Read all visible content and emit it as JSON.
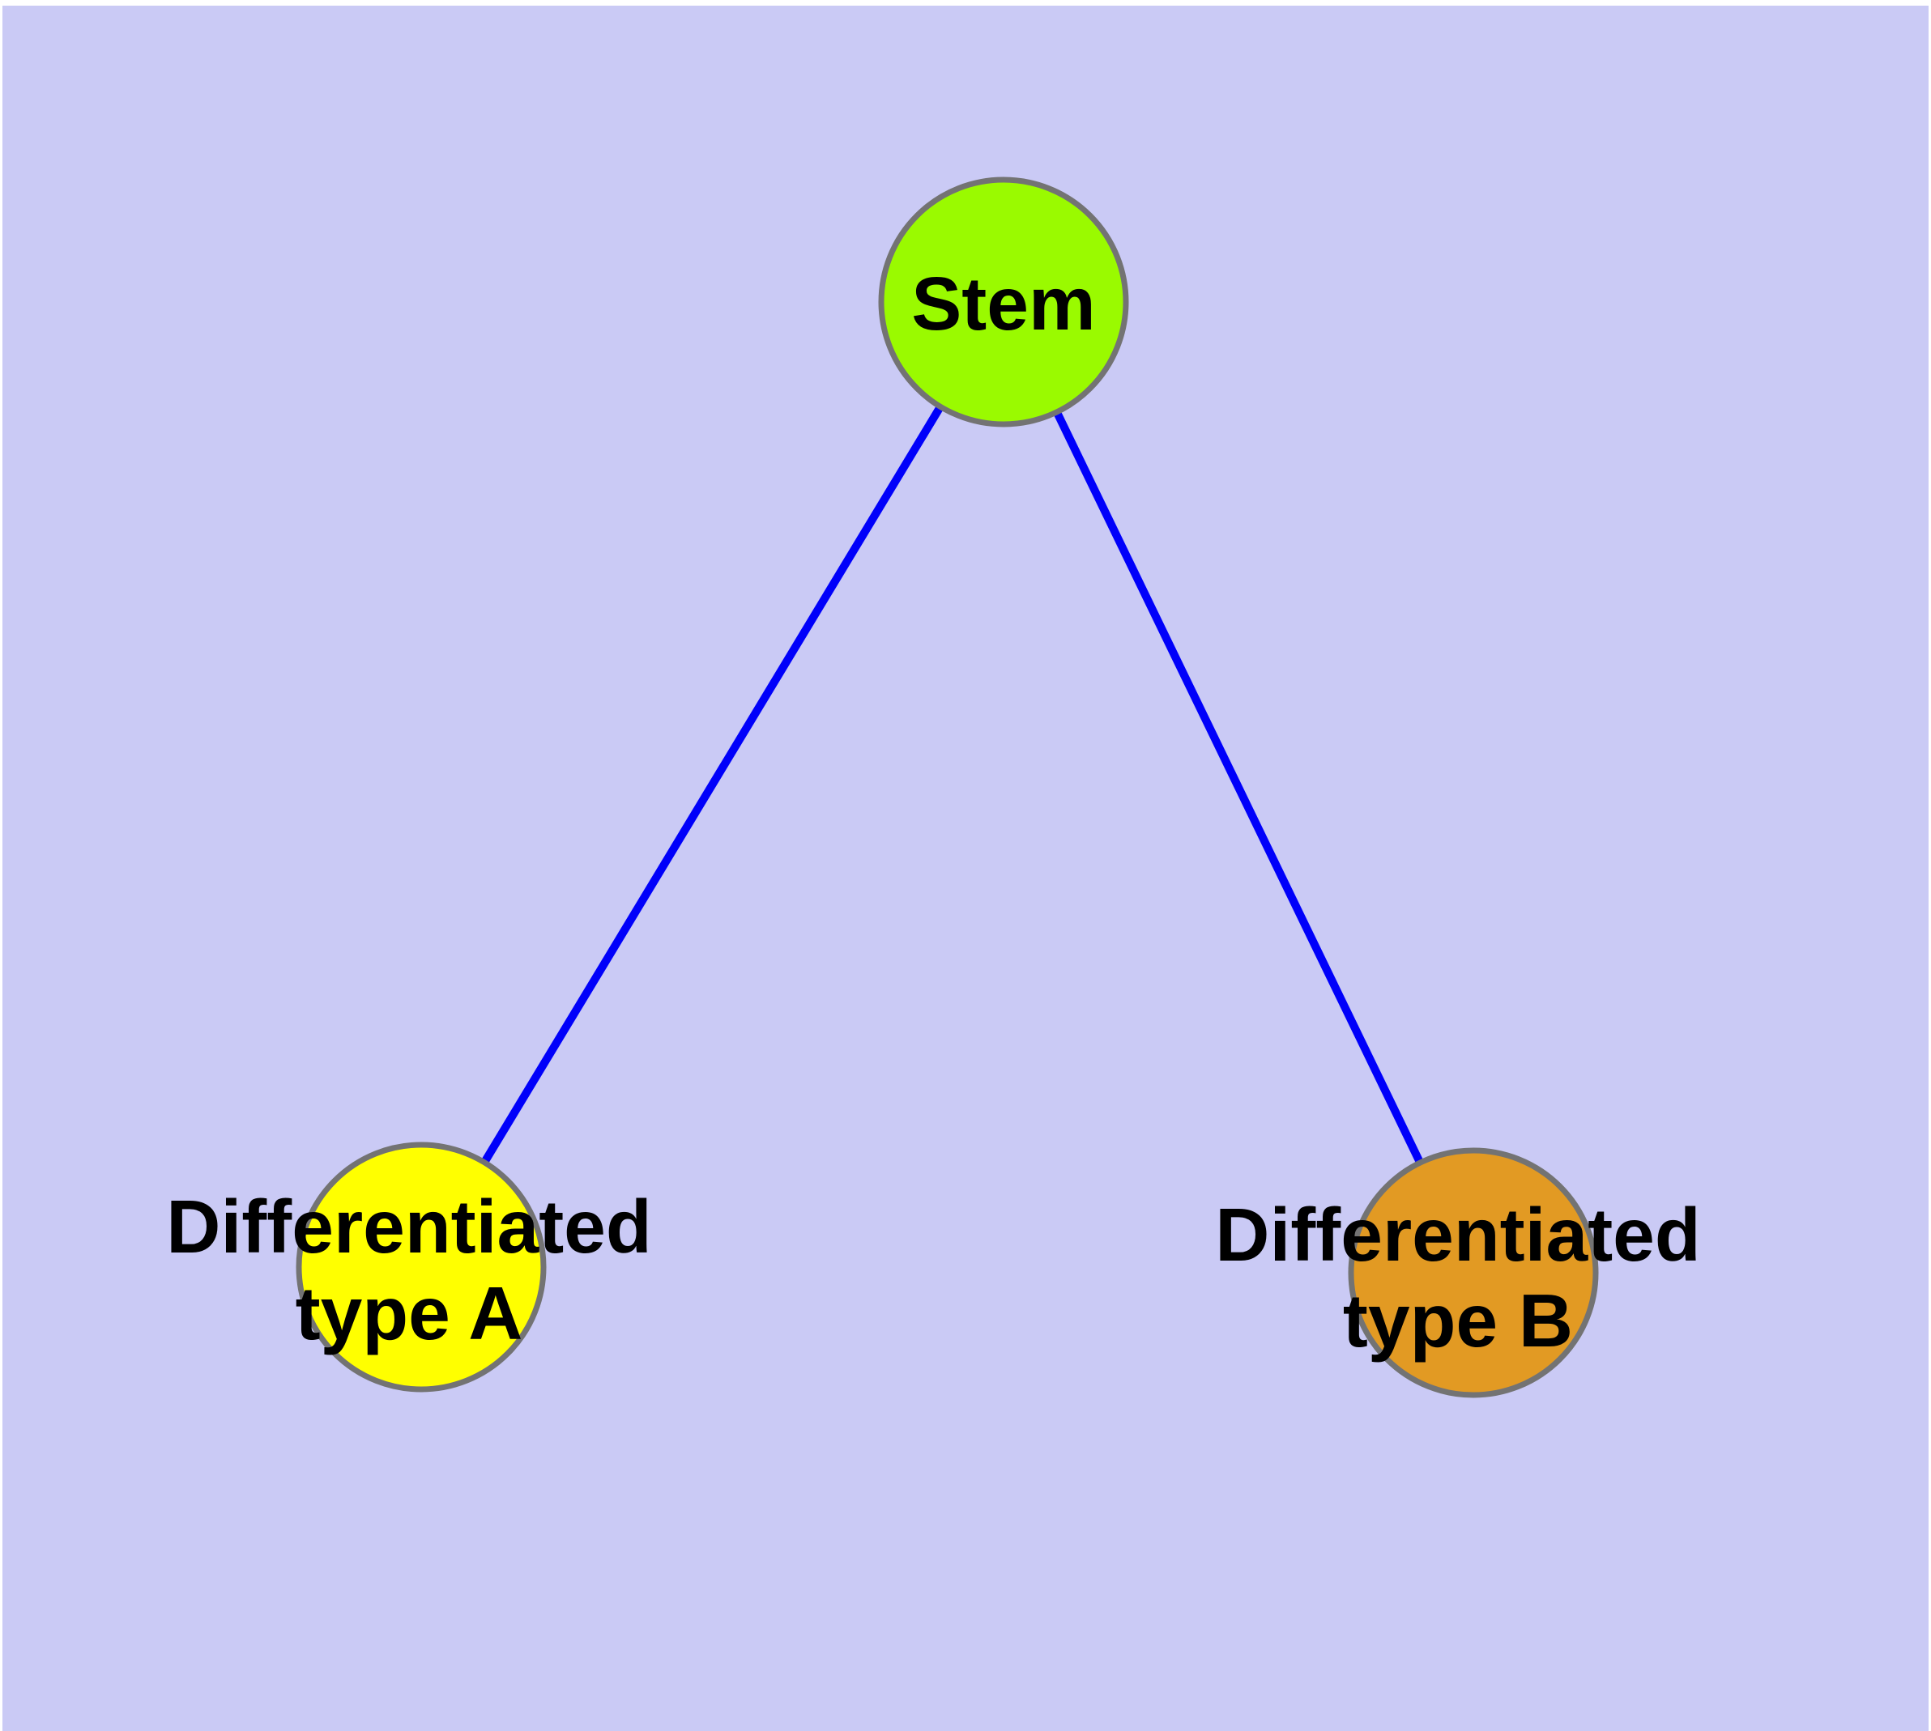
{
  "canvas": {
    "background": "#cacaf5",
    "frame": "#ffffff"
  },
  "colors": {
    "edge": "#0000fa",
    "node_border": "#737373",
    "label_text": "#000000"
  },
  "nodes": [
    {
      "id": "stem",
      "label_lines": [
        "Stem"
      ],
      "fill": "#9afa00"
    },
    {
      "id": "type-a",
      "label_lines": [
        "Differentiated",
        "type A"
      ],
      "fill": "#ffff00"
    },
    {
      "id": "type-b",
      "label_lines": [
        "Differentiated",
        "type B"
      ],
      "fill": "#e29a23"
    }
  ],
  "edges": [
    {
      "from": "Stem",
      "to": "Differentiated type A"
    },
    {
      "from": "Stem",
      "to": "Differentiated type B"
    }
  ]
}
